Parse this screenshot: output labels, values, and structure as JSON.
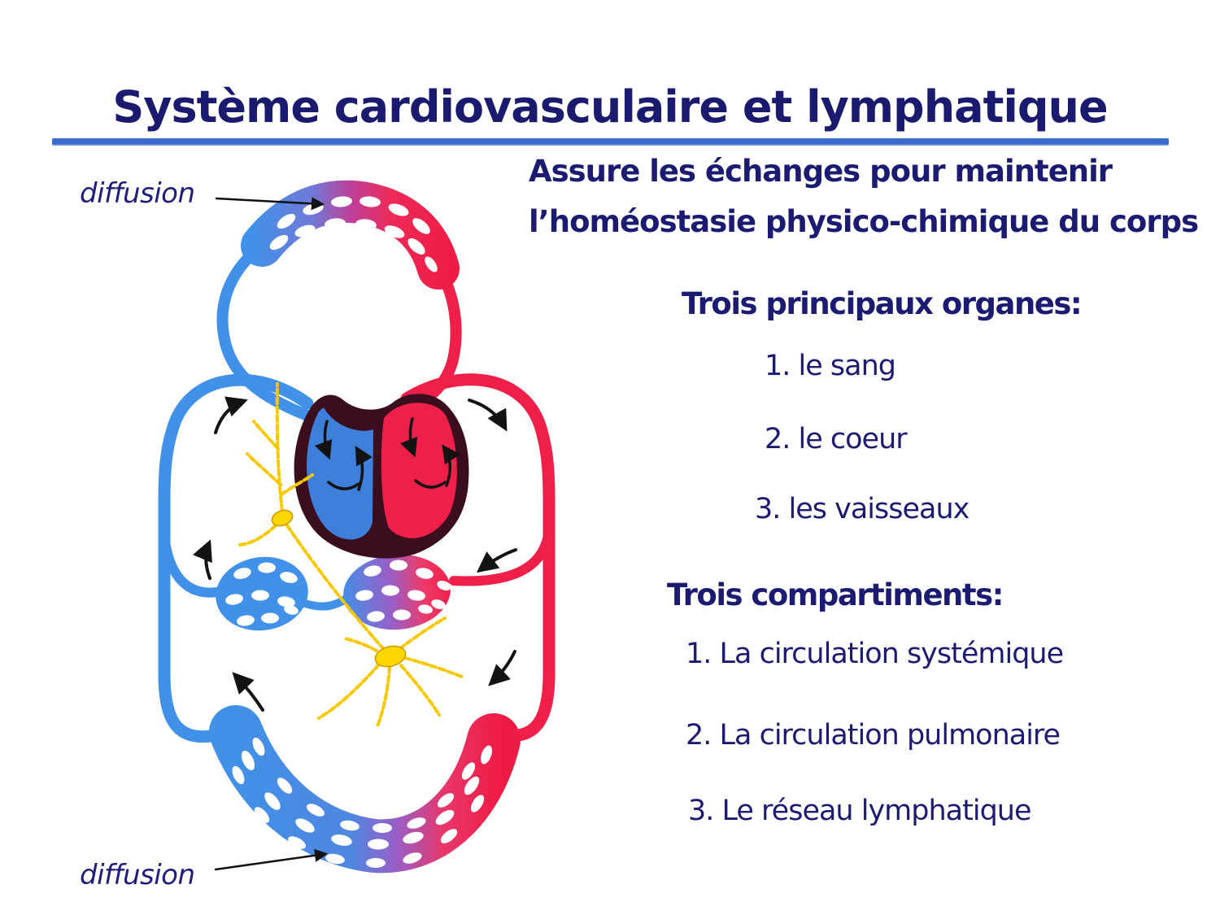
{
  "title": "Système cardiovasculaire et lymphatique",
  "intro": {
    "line1": "Assure les échanges pour maintenir",
    "line2": "l’homéostasie physico-chimique du corps"
  },
  "organs": {
    "heading": "Trois principaux organes:",
    "items": [
      "1. le sang",
      "2. le coeur",
      "3. les vaisseaux"
    ]
  },
  "compartments": {
    "heading": "Trois compartiments:",
    "items": [
      "1. La circulation systémique",
      "2. La circulation pulmonaire",
      "3. Le réseau lymphatique"
    ]
  },
  "diagram": {
    "label_top": "diffusion",
    "label_bottom": "diffusion",
    "parts": [
      "pulmonary-capillary-mesh",
      "heart",
      "systemic-vein-loop",
      "systemic-artery-loop",
      "capillary-bed-left",
      "capillary-bed-right",
      "systemic-capillary-mesh",
      "lymphatic-network-upper",
      "lymphatic-network-lower",
      "flow-arrows",
      "diffusion-arrows"
    ]
  },
  "colors": {
    "text_navy": "#1b1b72",
    "divider_blue": "#3a67cc",
    "vein_blue": "#4191e8",
    "artery_red": "#ee2049",
    "lymph_yellow": "#ffd700",
    "heart_outline": "#3a0d1f"
  }
}
